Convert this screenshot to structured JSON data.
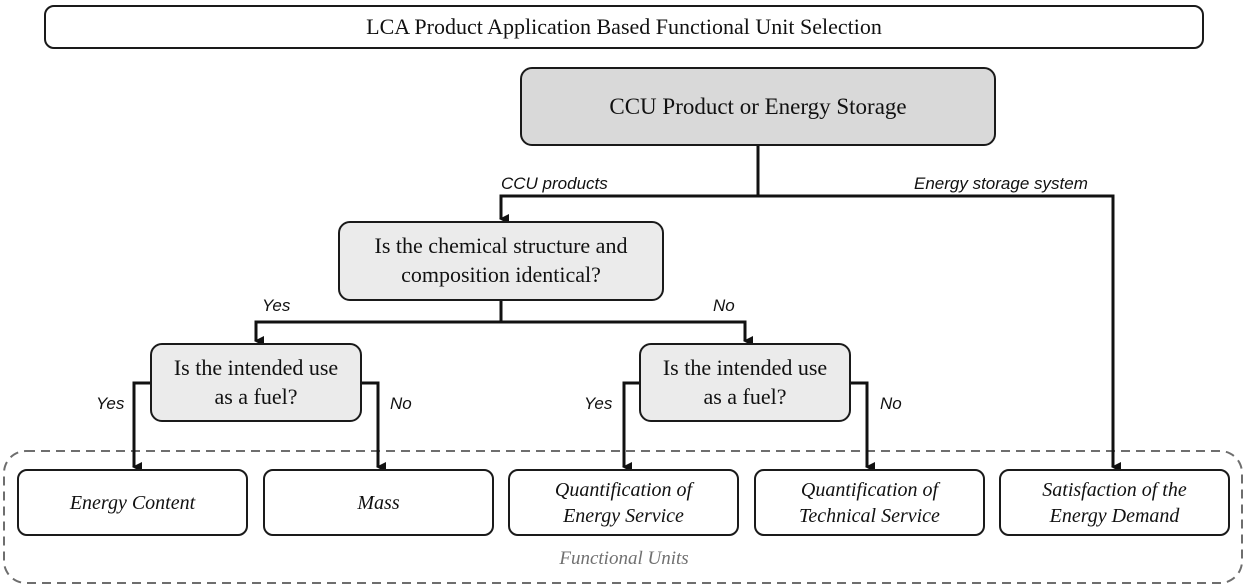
{
  "title": "LCA Product Application Based Functional Unit Selection",
  "root": "CCU Product or Energy Storage",
  "branches": {
    "ccu_products": "CCU products",
    "energy_storage_system": "Energy storage system"
  },
  "question_structure": {
    "line1": "Is the chemical structure and",
    "line2": "composition identical?",
    "yes": "Yes",
    "no": "No"
  },
  "question_fuel_left": {
    "line1": "Is the intended use",
    "line2": "as a fuel?",
    "yes": "Yes",
    "no": "No"
  },
  "question_fuel_right": {
    "line1": "Is the intended use",
    "line2": "as a fuel?",
    "yes": "Yes",
    "no": "No"
  },
  "units": [
    {
      "line1": "Energy Content",
      "line2": ""
    },
    {
      "line1": "Mass",
      "line2": ""
    },
    {
      "line1": "Quantification of",
      "line2": "Energy Service"
    },
    {
      "line1": "Quantification of",
      "line2": "Technical Service"
    },
    {
      "line1": "Satisfaction of the",
      "line2": "Energy Demand"
    }
  ],
  "group_label": "Functional Units"
}
